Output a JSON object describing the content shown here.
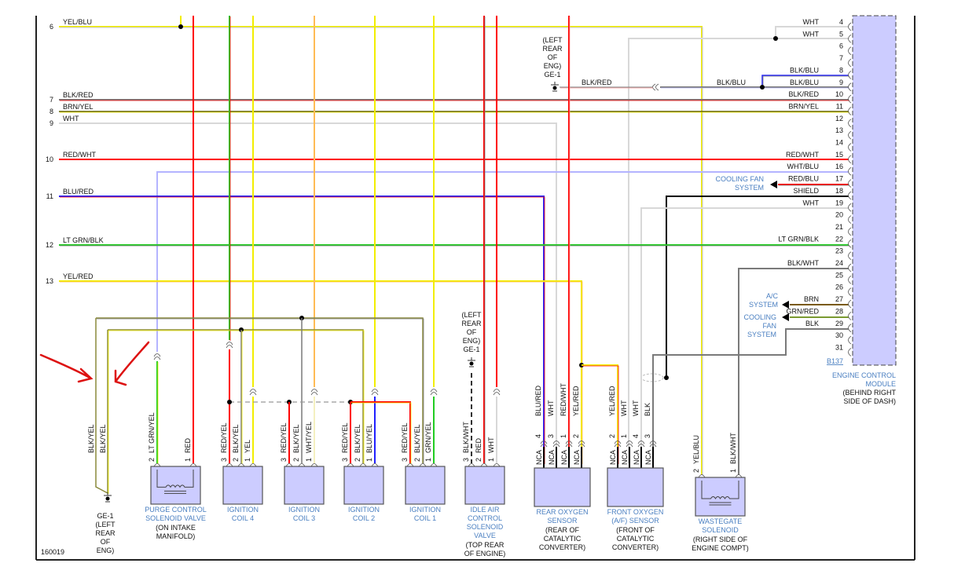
{
  "diagram_id": "160019",
  "colors": {
    "red": "#ff0000",
    "yellow": "#f2ee00",
    "green": "#22cc22",
    "blue": "#2020ff",
    "lavender": "#b4b4ff",
    "white_wire": "#d8d8d8",
    "gray": "#7a7a7a",
    "olive": "#8a8a3c",
    "orange": "#ffbb55",
    "brown": "#7a5a10",
    "component_fill": "#ccccff",
    "label_blue": "#4a7fc1",
    "annotation": "#dd1111"
  },
  "left_pins": [
    {
      "num": "6",
      "label": "YEL/BLU"
    },
    {
      "num": "7",
      "label": "BLK/RED"
    },
    {
      "num": "8",
      "label": "BRN/YEL"
    },
    {
      "num": "9",
      "label": "WHT"
    },
    {
      "num": "10",
      "label": "RED/WHT"
    },
    {
      "num": "11",
      "label": "BLU/RED"
    },
    {
      "num": "12",
      "label": "LT GRN/BLK"
    },
    {
      "num": "13",
      "label": "YEL/RED"
    }
  ],
  "ecm": {
    "pins": [
      {
        "num": "4",
        "label": "WHT"
      },
      {
        "num": "5",
        "label": "WHT"
      },
      {
        "num": "6",
        "label": ""
      },
      {
        "num": "7",
        "label": ""
      },
      {
        "num": "8",
        "label": "BLK/BLU"
      },
      {
        "num": "9",
        "label": "BLK/BLU"
      },
      {
        "num": "10",
        "label": "BLK/RED"
      },
      {
        "num": "11",
        "label": "BRN/YEL"
      },
      {
        "num": "12",
        "label": ""
      },
      {
        "num": "13",
        "label": ""
      },
      {
        "num": "14",
        "label": ""
      },
      {
        "num": "15",
        "label": "RED/WHT"
      },
      {
        "num": "16",
        "label": "WHT/BLU"
      },
      {
        "num": "17",
        "label": "RED/BLU"
      },
      {
        "num": "18",
        "label": "SHIELD"
      },
      {
        "num": "19",
        "label": "WHT"
      },
      {
        "num": "20",
        "label": ""
      },
      {
        "num": "21",
        "label": ""
      },
      {
        "num": "22",
        "label": "LT GRN/BLK"
      },
      {
        "num": "23",
        "label": ""
      },
      {
        "num": "24",
        "label": "BLK/WHT"
      },
      {
        "num": "25",
        "label": ""
      },
      {
        "num": "26",
        "label": ""
      },
      {
        "num": "27",
        "label": "BRN"
      },
      {
        "num": "28",
        "label": "GRN/RED"
      },
      {
        "num": "29",
        "label": "BLK"
      },
      {
        "num": "30",
        "label": ""
      },
      {
        "num": "31",
        "label": ""
      }
    ],
    "ref": "B137",
    "name": [
      "ENGINE CONTROL",
      "MODULE"
    ],
    "location": [
      "(BEHIND RIGHT",
      "SIDE OF DASH)"
    ]
  },
  "side_systems": [
    {
      "lines": [
        "COOLING FAN",
        "SYSTEM"
      ]
    },
    {
      "lines": [
        "A/C",
        "SYSTEM"
      ]
    },
    {
      "lines": [
        "COOLING",
        "FAN",
        "SYSTEM"
      ]
    }
  ],
  "top_ground": {
    "lines": [
      "(LEFT",
      "REAR",
      "OF",
      "ENG)",
      "GE-1"
    ],
    "wire_left": "BLK/RED",
    "wire_right": "BLK/BLU"
  },
  "idle_ground": {
    "lines": [
      "(LEFT",
      "REAR",
      "OF",
      "ENG)",
      "GE-1"
    ]
  },
  "main_ground": {
    "lines": [
      "GE-1",
      "(LEFT",
      "REAR",
      "OF",
      "ENG)"
    ],
    "wires": [
      "BLK/YEL",
      "BLK/YEL"
    ]
  },
  "components": [
    {
      "id": "purge",
      "name": [
        "PURGE CONTROL",
        "SOLENOID VALVE"
      ],
      "location": [
        "(ON INTAKE",
        "MANIFOLD)"
      ],
      "pins": [
        {
          "num": "2",
          "label": "LT GRN/YEL"
        },
        {
          "num": "1",
          "label": "RED"
        }
      ]
    },
    {
      "id": "coil4",
      "name": [
        "IGNITION",
        "COIL 4"
      ],
      "location": [],
      "pins": [
        {
          "num": "3",
          "label": "RED/YEL"
        },
        {
          "num": "2",
          "label": "BLK/YEL"
        },
        {
          "num": "1",
          "label": "YEL"
        }
      ]
    },
    {
      "id": "coil3",
      "name": [
        "IGNITION",
        "COIL 3"
      ],
      "location": [],
      "pins": [
        {
          "num": "3",
          "label": "RED/YEL"
        },
        {
          "num": "2",
          "label": "BLK/YEL"
        },
        {
          "num": "1",
          "label": "WHT/YEL"
        }
      ]
    },
    {
      "id": "coil2",
      "name": [
        "IGNITION",
        "COIL 2"
      ],
      "location": [],
      "pins": [
        {
          "num": "3",
          "label": "RED/YEL"
        },
        {
          "num": "2",
          "label": "BLK/YEL"
        },
        {
          "num": "1",
          "label": "BLU/YEL"
        }
      ]
    },
    {
      "id": "coil1",
      "name": [
        "IGNITION",
        "COIL 1"
      ],
      "location": [],
      "pins": [
        {
          "num": "3",
          "label": "RED/YEL"
        },
        {
          "num": "2",
          "label": "BLK/YEL"
        },
        {
          "num": "1",
          "label": "GRN/YEL"
        }
      ]
    },
    {
      "id": "iac",
      "name": [
        "IDLE AIR",
        "CONTROL",
        "SOLENOID",
        "VALVE"
      ],
      "location": [
        "(TOP REAR",
        "OF ENGINE)"
      ],
      "pins": [
        {
          "num": "3",
          "label": "BLK/WHT"
        },
        {
          "num": "2",
          "label": "RED"
        },
        {
          "num": "1",
          "label": "WHT"
        }
      ]
    },
    {
      "id": "rearo2",
      "name": [
        "REAR OXYGEN",
        "SENSOR"
      ],
      "location": [
        "(REAR OF",
        "CATALYTIC",
        "CONVERTER)"
      ],
      "pins": [
        {
          "num": "4",
          "label": "BLU/RED",
          "nca": "NCA"
        },
        {
          "num": "3",
          "label": "WHT",
          "nca": "NCA"
        },
        {
          "num": "1",
          "label": "RED/WHT",
          "nca": "NCA"
        },
        {
          "num": "2",
          "label": "YEL/RED",
          "nca": "NCA"
        }
      ]
    },
    {
      "id": "fronto2",
      "name": [
        "FRONT OXYGEN",
        "(A/F) SENSOR"
      ],
      "location": [
        "(FRONT OF",
        "CATALYTIC",
        "CONVERTER)"
      ],
      "pins": [
        {
          "num": "2",
          "label": "YEL/RED",
          "nca": "NCA"
        },
        {
          "num": "1",
          "label": "WHT",
          "nca": "NCA"
        },
        {
          "num": "4",
          "label": "WHT",
          "nca": "NCA"
        },
        {
          "num": "3",
          "label": "BLK",
          "nca": "NCA"
        }
      ]
    },
    {
      "id": "wastegate",
      "name": [
        "WASTEGATE",
        "SOLENOID"
      ],
      "location": [
        "(RIGHT SIDE OF",
        "ENGINE COMPT)"
      ],
      "pins": [
        {
          "num": "2",
          "label": "YEL/BLU"
        },
        {
          "num": "1",
          "label": "BLK/WHT"
        }
      ]
    }
  ]
}
